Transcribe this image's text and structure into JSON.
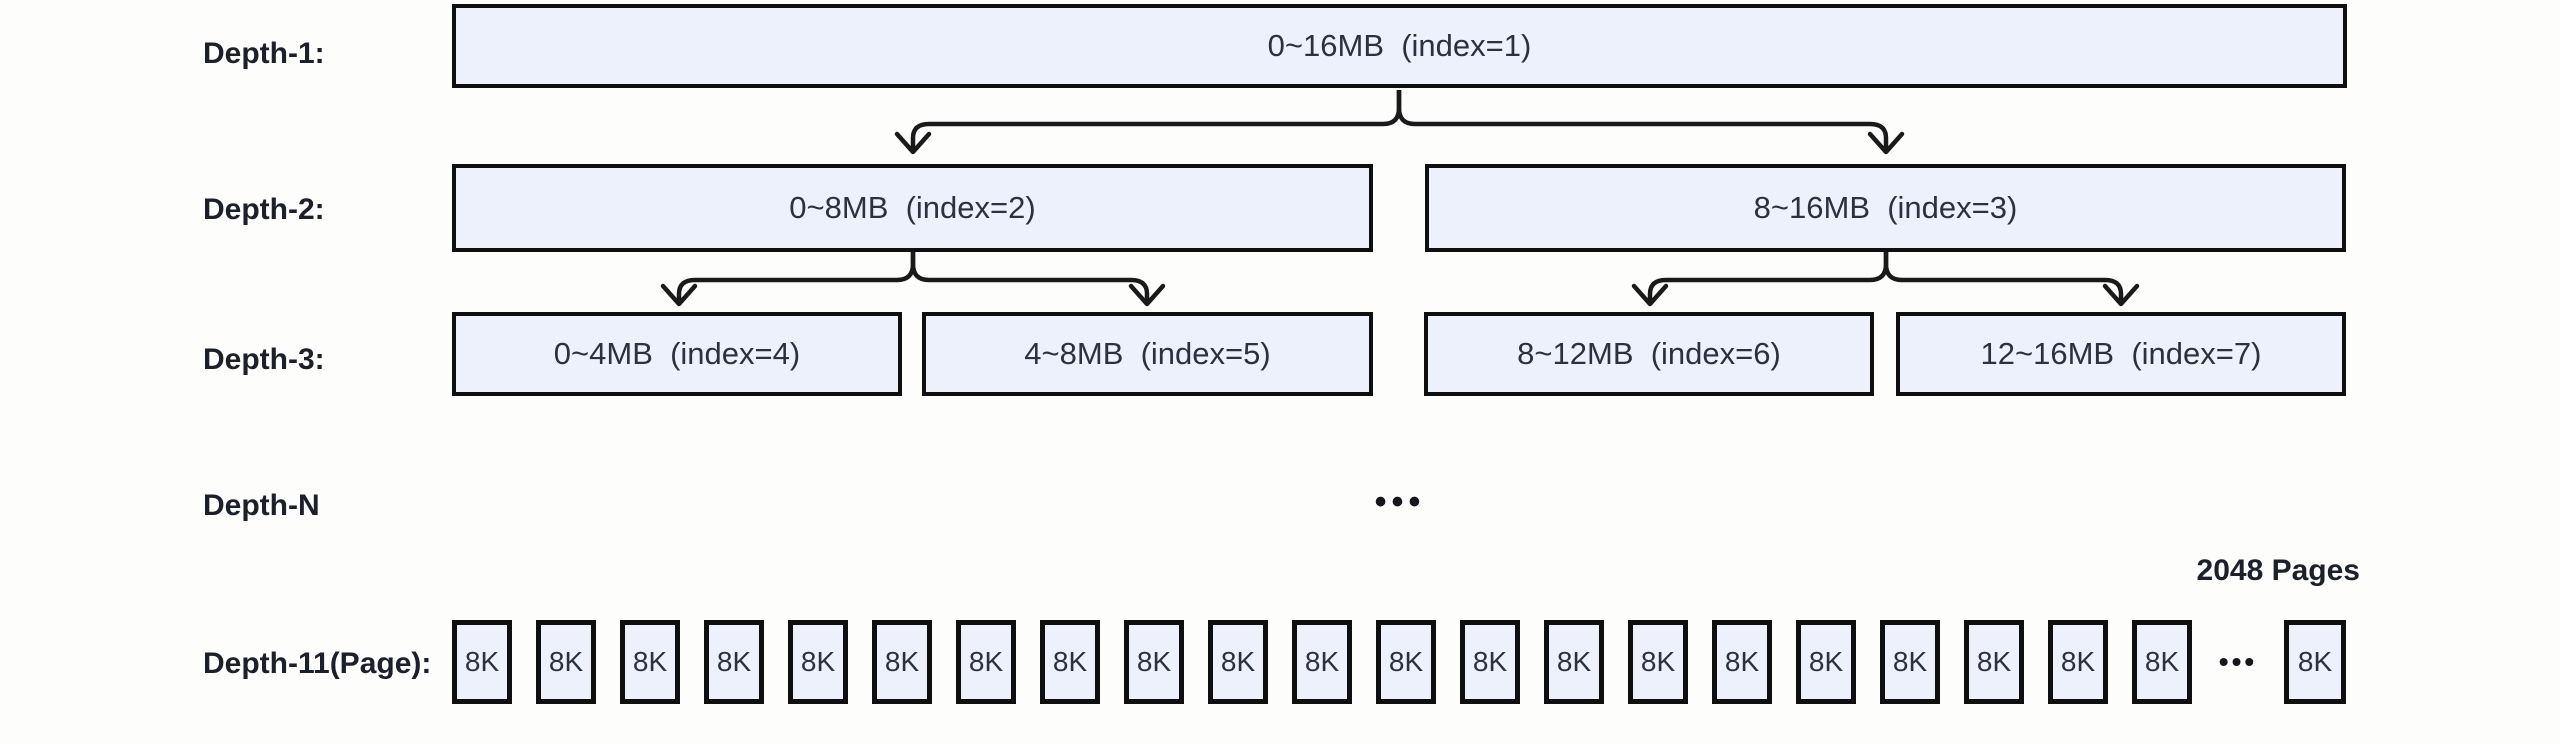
{
  "diagram": {
    "background": "#fdfdfc",
    "box_fill": "#edf1fb",
    "box_border": "#0f0f0f",
    "connector_color": "#1a1a1a",
    "rows": {
      "depth1": {
        "label": "Depth-1:",
        "node": "0~16MB  (index=1)"
      },
      "depth2": {
        "label": "Depth-2:",
        "nodes": [
          "0~8MB  (index=2)",
          "8~16MB  (index=3)"
        ]
      },
      "depth3": {
        "label": "Depth-3:",
        "nodes": [
          "0~4MB  (index=4)",
          "4~8MB  (index=5)",
          "8~12MB  (index=6)",
          "12~16MB  (index=7)"
        ]
      },
      "depthN": {
        "label": "Depth-N",
        "ellipsis": "•••"
      },
      "page": {
        "label": "Depth-11(Page):",
        "pages_count_label": "2048 Pages",
        "box_label": "8K",
        "visible_count": 21,
        "ellipsis": "•••",
        "trailing_box_label": "8K"
      }
    }
  }
}
